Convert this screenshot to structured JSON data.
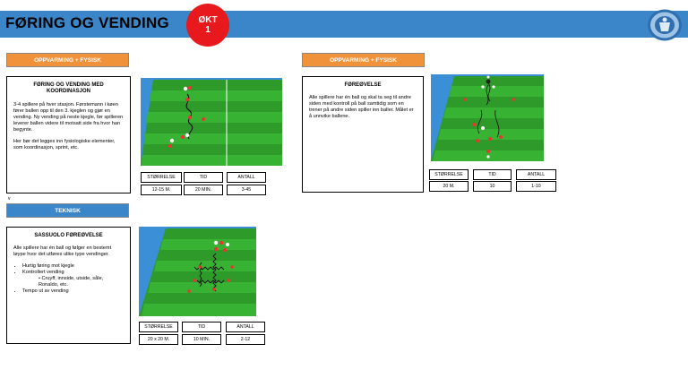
{
  "header": {
    "title": "FØRING OG VENDING",
    "okt_label": "ØKT",
    "okt_number": "1"
  },
  "left_top": {
    "tag": "OPPVARMING + FYSISK",
    "card_title": "FØRING OG VENDING MED KOORDINASJON",
    "paragraphs": [
      "3-4 spillere på hver stasjon. Førstemann i køen fører ballen opp til den 3. kjeglen og gjør en vending. Ny vending på neste kjegle, før spilleren leverer ballen videre til motsatt side fra hvor han begynte.",
      "Her bør det legges inn fysiologiske elementer, som koordinasjon, sprint, etc."
    ],
    "stats_headers": [
      "STØRRELSE",
      "TID",
      "ANTALL"
    ],
    "stats_values": [
      "12-15 M.",
      "20 MIN.",
      "3-45"
    ]
  },
  "stray_mark": "v",
  "left_bottom": {
    "tag": "TEKNISK",
    "card_title": "SASSUOLO FØREØVELSE",
    "intro": "Alle spillere har én ball og følger en bestemt løype hvor det utføres ulike type vendinger.",
    "bullets": [
      "Hurtig føring mot kjegle",
      "Kontrollert vending"
    ],
    "sub_bullet": "Cruyff, innside, utside, såle, Ronaldo, etc.",
    "last_bullet": "Tempo ut av vending",
    "stats_headers": [
      "STØRRELSE",
      "TID",
      "ANTALL"
    ],
    "stats_values": [
      "20 x 20 M.",
      "10 MIN.",
      "2-12"
    ]
  },
  "right_top": {
    "tag": "OPPVARMING + FYSISK",
    "card_title": "FØREØVELSE",
    "paragraph": "Alle spillere har én ball og skal ta seg til andre siden med kontroll på ball samtidig som en trener på andre siden spiller inn baller. Målet er å unnvike ballene.",
    "stats_headers": [
      "STØRRELSE",
      "TID",
      "ANTALL"
    ],
    "stats_values": [
      "20 M.",
      "10",
      "1-10"
    ]
  },
  "colors": {
    "header_blue": "#3b86c9",
    "orange": "#f0923a",
    "okt_red": "#e8191c",
    "grass_dark": "#2e9a2a",
    "grass_light": "#38b233"
  }
}
